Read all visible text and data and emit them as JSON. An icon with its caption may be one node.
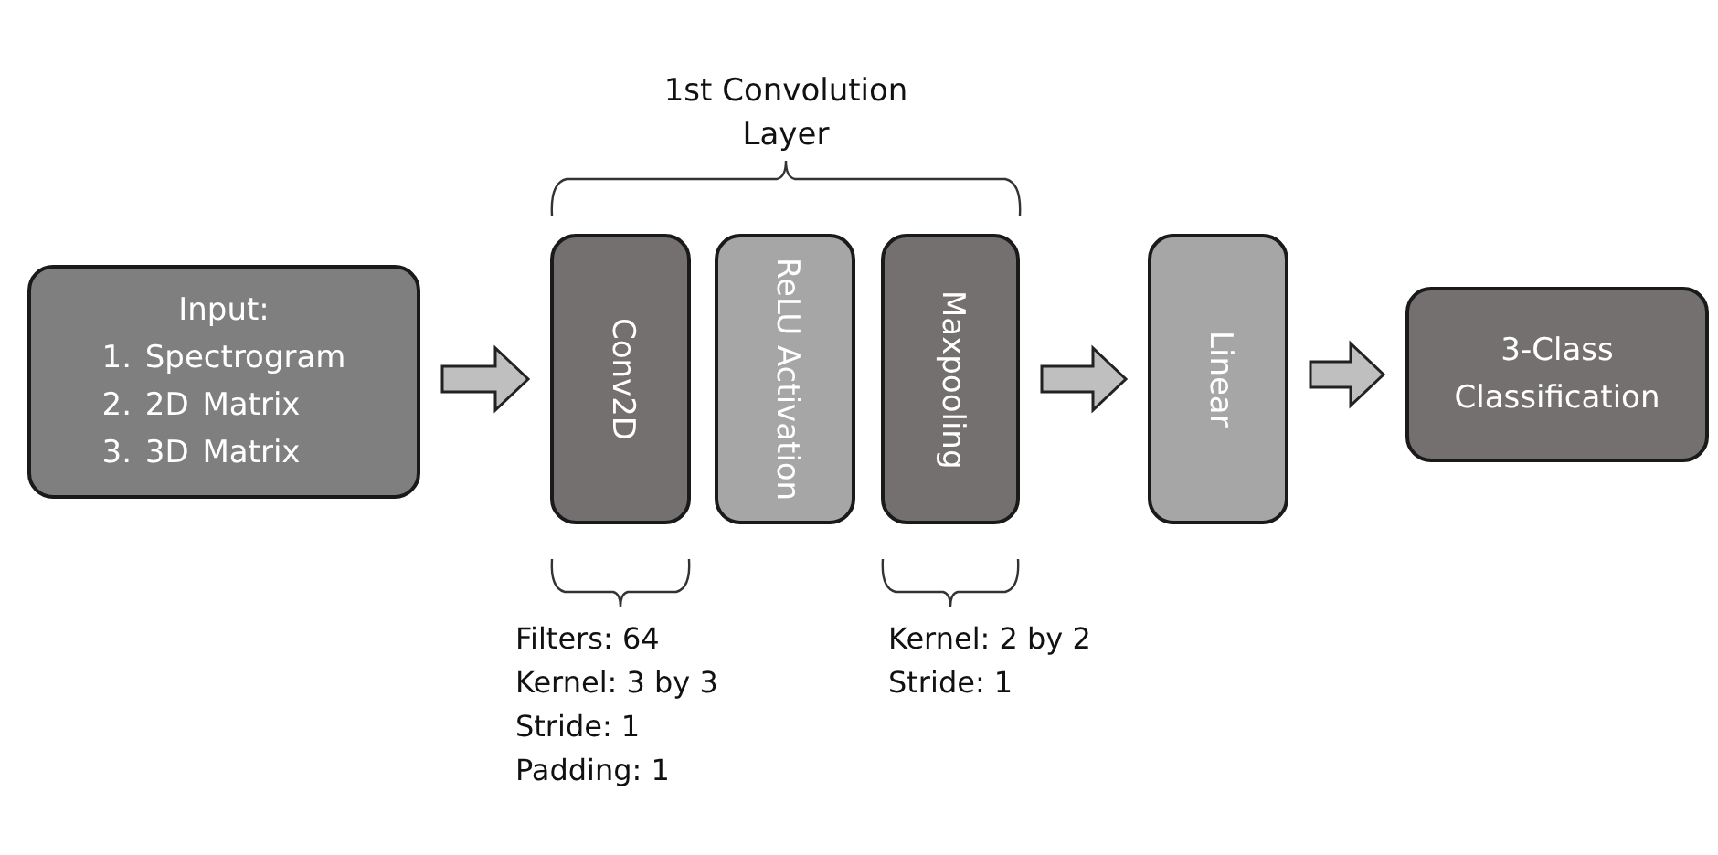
{
  "diagram": {
    "nodes": [
      {
        "text": [
          "Input:",
          "1. Spectrogram",
          "2. 2D Matrix",
          "3. 3D Matrix"
        ]
      },
      {
        "text": [
          "Conv2D"
        ],
        "beside": [
          "Filters: 64",
          "Kernel: 3 by 3",
          "Stride: 1",
          "Padding: 1"
        ]
      },
      {
        "text": [
          "ReLU Activation"
        ]
      },
      {
        "text": [
          "Maxpooling"
        ],
        "beside": [
          "Kernel: 2 by 2",
          "Stride: 1"
        ]
      },
      {
        "text": [
          "Linear"
        ]
      },
      {
        "text": [
          "3-Class Classification"
        ]
      }
    ],
    "edges": [
      {
        "from": 0,
        "to": 1,
        "arrow": "to"
      },
      {
        "from": 3,
        "to": 4,
        "arrow": "to"
      },
      {
        "from": 4,
        "to": 5,
        "arrow": "to"
      }
    ],
    "labels": [
      "1st Convolution Layer"
    ]
  }
}
